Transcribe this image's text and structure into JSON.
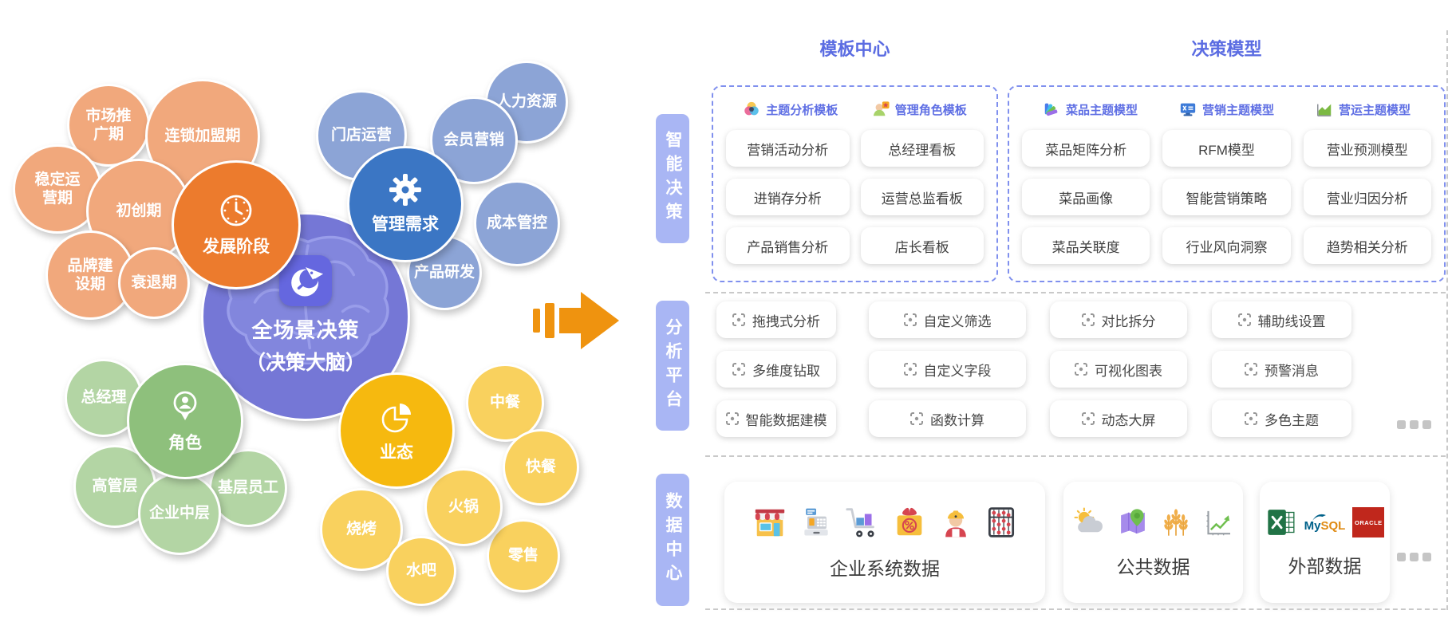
{
  "bubbles": {
    "center_line1": "全场景决策",
    "center_line2": "（决策大脑）",
    "stage_main": "发展阶段",
    "stage_icon": "clock-icon",
    "stage": [
      "市场推广期",
      "连锁加盟期",
      "稳定运营期",
      "初创期",
      "品牌建设期",
      "衰退期"
    ],
    "mgmt_main": "管理需求",
    "mgmt_icon": "gear-icon",
    "mgmt": [
      "门店运营",
      "会员营销",
      "人力资源",
      "成本管控",
      "产品研发"
    ],
    "role_main": "角色",
    "role_icon": "person-pin-icon",
    "role": [
      "总经理",
      "高管层",
      "基层员工",
      "企业中层"
    ],
    "biz_main": "业态",
    "biz_icon": "pie-chart-icon",
    "biz": [
      "中餐",
      "快餐",
      "火锅",
      "烧烤",
      "水吧",
      "零售"
    ]
  },
  "panel": {
    "headers": {
      "templates": "模板中心",
      "models": "决策模型"
    },
    "badges": {
      "s1": "智能决策",
      "s2": "分析平台",
      "s3": "数据中心"
    },
    "template_center": {
      "groups": [
        {
          "icon": "palette-icon",
          "label": "主题分析模板"
        },
        {
          "icon": "avatar-star-icon",
          "label": "管理角色模板"
        }
      ],
      "buttons": [
        "营销活动分析",
        "总经理看板",
        "进销存分析",
        "运营总监看板",
        "产品销售分析",
        "店长看板"
      ]
    },
    "decision_models": {
      "groups": [
        {
          "icon": "color-fan-icon",
          "label": "菜品主题模型"
        },
        {
          "icon": "monitor-icon",
          "label": "营销主题模型"
        },
        {
          "icon": "area-chart-icon",
          "label": "营运主题模型"
        }
      ],
      "buttons": [
        "菜品矩阵分析",
        "RFM模型",
        "营业预测模型",
        "菜品画像",
        "智能营销策略",
        "营业归因分析",
        "菜品关联度",
        "行业风向洞察",
        "趋势相关分析"
      ]
    },
    "analysis": {
      "icon": "scan-focus-icon",
      "buttons": [
        "拖拽式分析",
        "自定义筛选",
        "对比拆分",
        "辅助线设置",
        "多维度钻取",
        "自定义字段",
        "可视化图表",
        "预警消息",
        "智能数据建模",
        "函数计算",
        "动态大屏",
        "多色主题"
      ]
    },
    "data_center": {
      "cards": [
        {
          "label": "企业系统数据",
          "icons": [
            "storefront-icon",
            "cash-register-icon",
            "shopping-cart-icon",
            "discount-gift-icon",
            "worker-icon",
            "abacus-icon"
          ]
        },
        {
          "label": "公共数据",
          "icons": [
            "weather-icon",
            "map-pin-icon",
            "wheat-icon",
            "trend-chart-icon"
          ]
        },
        {
          "label": "外部数据",
          "icons": [
            "excel-icon",
            "mysql-icon",
            "oracle-icon"
          ]
        }
      ],
      "mysql_my": "My",
      "mysql_sql": "SQL",
      "oracle_text": "ORACLE"
    }
  },
  "colors": {
    "orange_main": "#EC7B2D",
    "orange_light": "#F1A87C",
    "blue_main": "#3B76C4",
    "blue_light": "#8CA4D6",
    "green_main": "#8EC07C",
    "green_light": "#B3D5A4",
    "yellow_main": "#F6B90F",
    "yellow_light": "#F9D15E",
    "center_purple": "#7577D6",
    "accent_blue": "#5B6CE2",
    "badge_purple": "#A9B6F4",
    "arrow_orange": "#EF930F"
  }
}
